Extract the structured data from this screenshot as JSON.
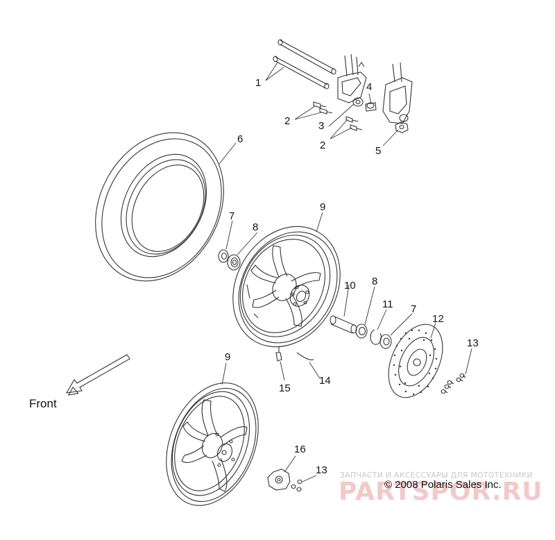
{
  "diagram": {
    "callouts": [
      "1",
      "2",
      "3",
      "4",
      "2",
      "5",
      "6",
      "7",
      "8",
      "9",
      "10",
      "8",
      "11",
      "7",
      "12",
      "13",
      "15",
      "14",
      "9",
      "16",
      "13"
    ],
    "front_label": "Front",
    "copyright": "© 2008 Polaris Sales Inc.",
    "watermark_top": "ЗАПЧАСТИ И АКСЕССУАРЫ ДЛЯ МОТОТЕХНИКИ",
    "watermark_main": "PARTSPOR.RU"
  }
}
